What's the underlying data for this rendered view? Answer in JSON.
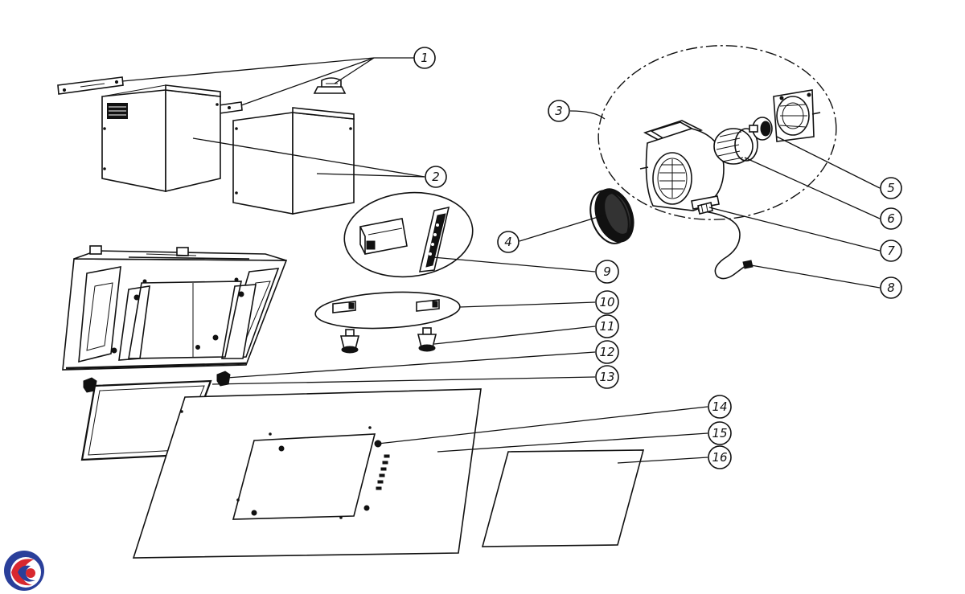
{
  "diagram": {
    "callouts": [
      {
        "id": "c1",
        "label": "1"
      },
      {
        "id": "c2",
        "label": "2"
      },
      {
        "id": "c3",
        "label": "3"
      },
      {
        "id": "c4",
        "label": "4"
      },
      {
        "id": "c5",
        "label": "5"
      },
      {
        "id": "c6",
        "label": "6"
      },
      {
        "id": "c7",
        "label": "7"
      },
      {
        "id": "c8",
        "label": "8"
      },
      {
        "id": "c9",
        "label": "9"
      },
      {
        "id": "c10",
        "label": "10"
      },
      {
        "id": "c11",
        "label": "11"
      },
      {
        "id": "c12",
        "label": "12"
      },
      {
        "id": "c13",
        "label": "13"
      },
      {
        "id": "c14",
        "label": "14"
      },
      {
        "id": "c15",
        "label": "15"
      },
      {
        "id": "c16",
        "label": "16"
      }
    ]
  },
  "logo": {
    "icon": "brand-logo-icon",
    "colors": {
      "blue": "#2a3f9a",
      "red": "#d8282f"
    }
  }
}
